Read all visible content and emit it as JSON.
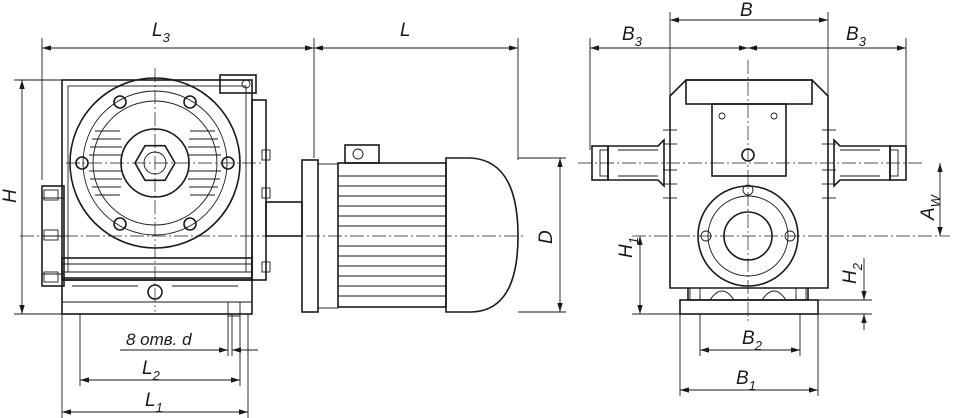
{
  "drawing": {
    "labels": {
      "L3": {
        "main": "L",
        "sub": "3"
      },
      "L": {
        "main": "L"
      },
      "H": {
        "main": "H"
      },
      "D": {
        "main": "D"
      },
      "holes": {
        "main": "8 отв. d"
      },
      "L2": {
        "main": "L",
        "sub": "2"
      },
      "L1": {
        "main": "L",
        "sub": "1"
      },
      "B": {
        "main": "B"
      },
      "B3_left": {
        "main": "B",
        "sub": "3"
      },
      "B3_right": {
        "main": "B",
        "sub": "3"
      },
      "Aw": {
        "main": "A",
        "sub": "W"
      },
      "H1": {
        "main": "H",
        "sub": "1"
      },
      "H2": {
        "main": "H",
        "sub": "2"
      },
      "B2": {
        "main": "B",
        "sub": "2"
      },
      "B1": {
        "main": "B",
        "sub": "1"
      }
    }
  }
}
